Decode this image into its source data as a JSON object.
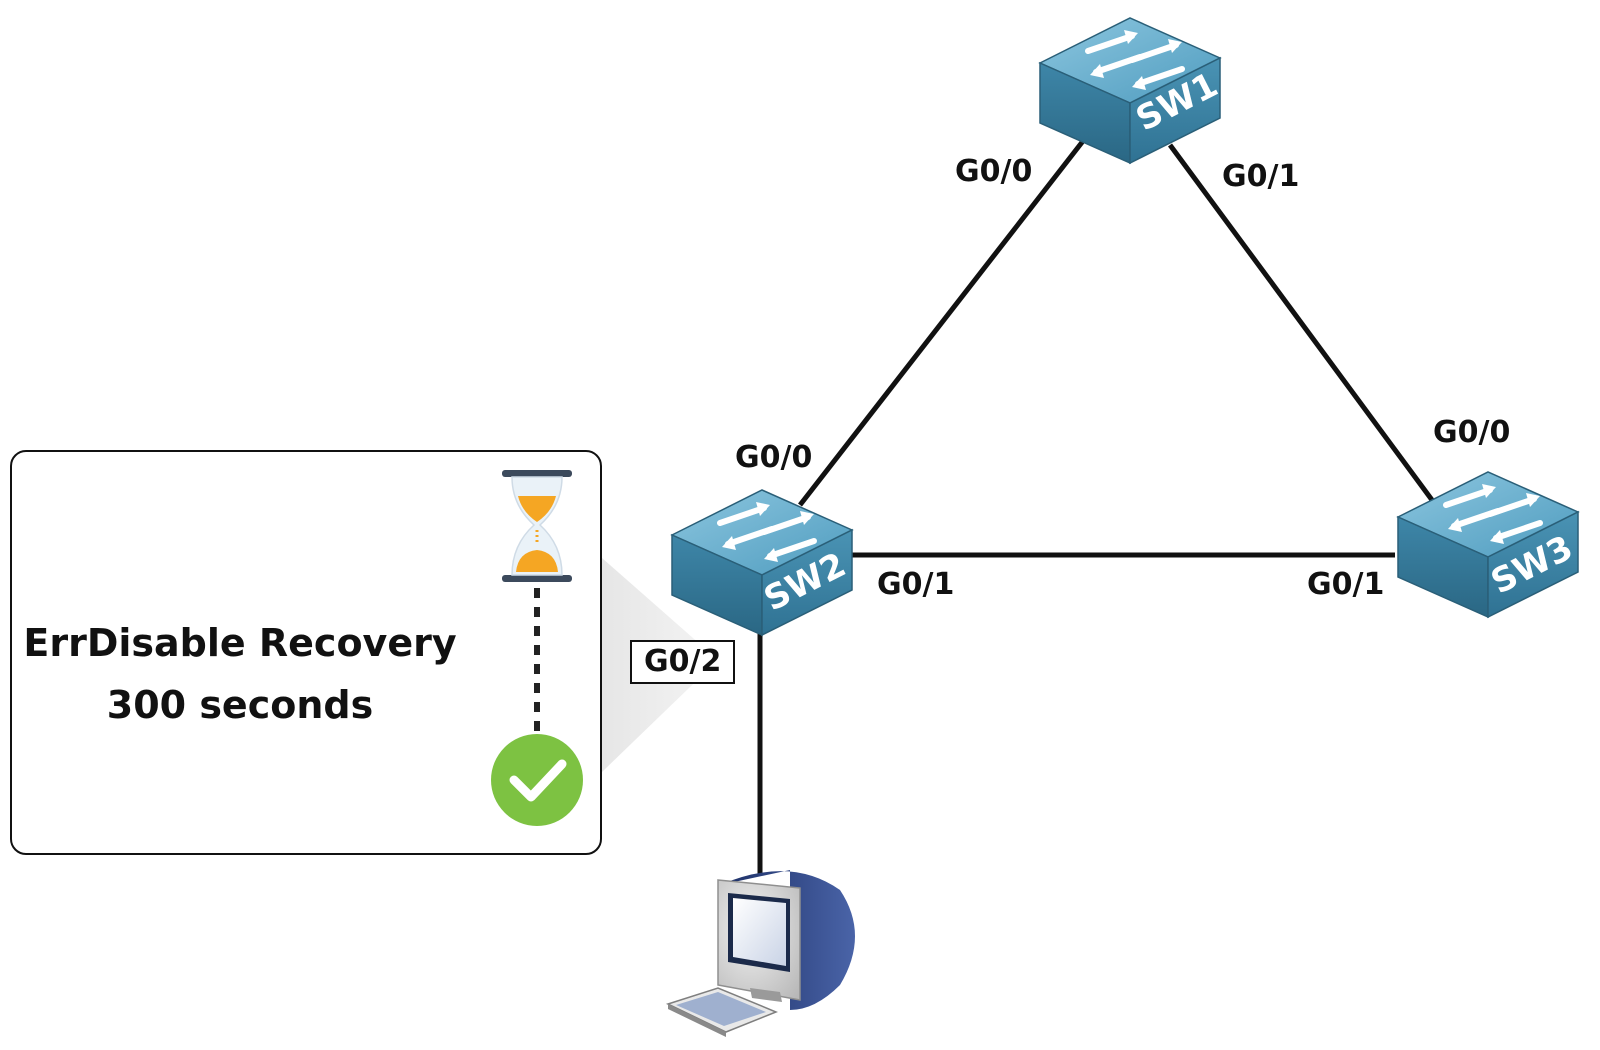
{
  "nodes": {
    "sw1": {
      "label": "SW1"
    },
    "sw2": {
      "label": "SW2"
    },
    "sw3": {
      "label": "SW3"
    },
    "pc": {
      "label": ""
    }
  },
  "ports": {
    "sw1_g00": "G0/0",
    "sw1_g01": "G0/1",
    "sw2_g00": "G0/0",
    "sw2_g01": "G0/1",
    "sw2_g02": "G0/2",
    "sw3_g00": "G0/0",
    "sw3_g01": "G0/1"
  },
  "callout": {
    "line1": "ErrDisable Recovery",
    "line2": "300 seconds",
    "icons": [
      "hourglass-icon",
      "checkmark-icon"
    ]
  },
  "colors": {
    "switch_top": "#5aa7c8",
    "switch_side": "#2d6f8f",
    "hourglass_sand": "#f5a623",
    "check_green": "#7dc242"
  }
}
